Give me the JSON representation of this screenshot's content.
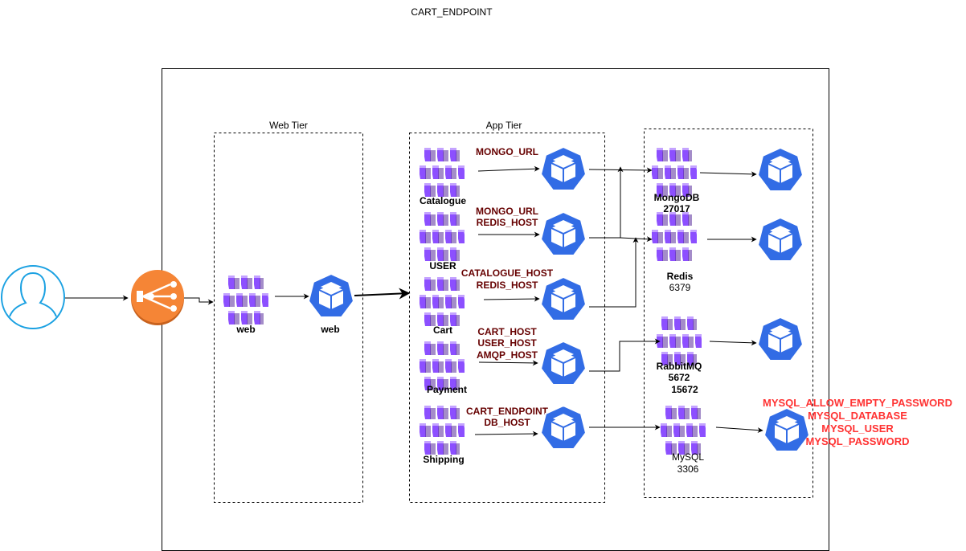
{
  "header": {
    "title": "CART_ENDPOINT"
  },
  "tiers": {
    "web": "Web Tier",
    "app": "App Tier"
  },
  "web": {
    "service_label": "web",
    "pod_label": "web"
  },
  "app": [
    {
      "label": "Catalogue",
      "env": [
        "MONGO_URL"
      ]
    },
    {
      "label": "USER",
      "env": [
        "MONGO_URL",
        "REDIS_HOST"
      ]
    },
    {
      "label": "Cart",
      "env": [
        "CATALOGUE_HOST",
        "REDIS_HOST"
      ]
    },
    {
      "label": "Payment",
      "env": [
        "CART_HOST",
        "USER_HOST",
        "AMQP_HOST"
      ]
    },
    {
      "label": "Shipping",
      "env": [
        "CART_ENDPOINT",
        "DB_HOST"
      ]
    }
  ],
  "db": [
    {
      "label": "MongoDB",
      "port": "27017"
    },
    {
      "label": "Redis",
      "port": "6379"
    },
    {
      "label": "RabbitMQ",
      "port": "5672",
      "port2": "15672"
    },
    {
      "label": "MySQL",
      "port": "3306"
    }
  ],
  "mysql_env": [
    "MYSQL_ALLOW_EMPTY_PASSWORD",
    "MYSQL_DATABASE",
    "MYSQL_USER",
    "MYSQL_PASSWORD"
  ],
  "colors": {
    "kube_blue": "#326ce5",
    "service_purple": "#8c4fff",
    "elb_orange": "#f58536",
    "user_blue": "#1ba1e2",
    "env_dark_red": "#660000",
    "env_red": "#ff3333"
  },
  "icons": {
    "user": "user-icon",
    "load_balancer": "load-balancer-icon",
    "service": "service-cluster-icon",
    "pod": "kubernetes-pod-icon"
  }
}
